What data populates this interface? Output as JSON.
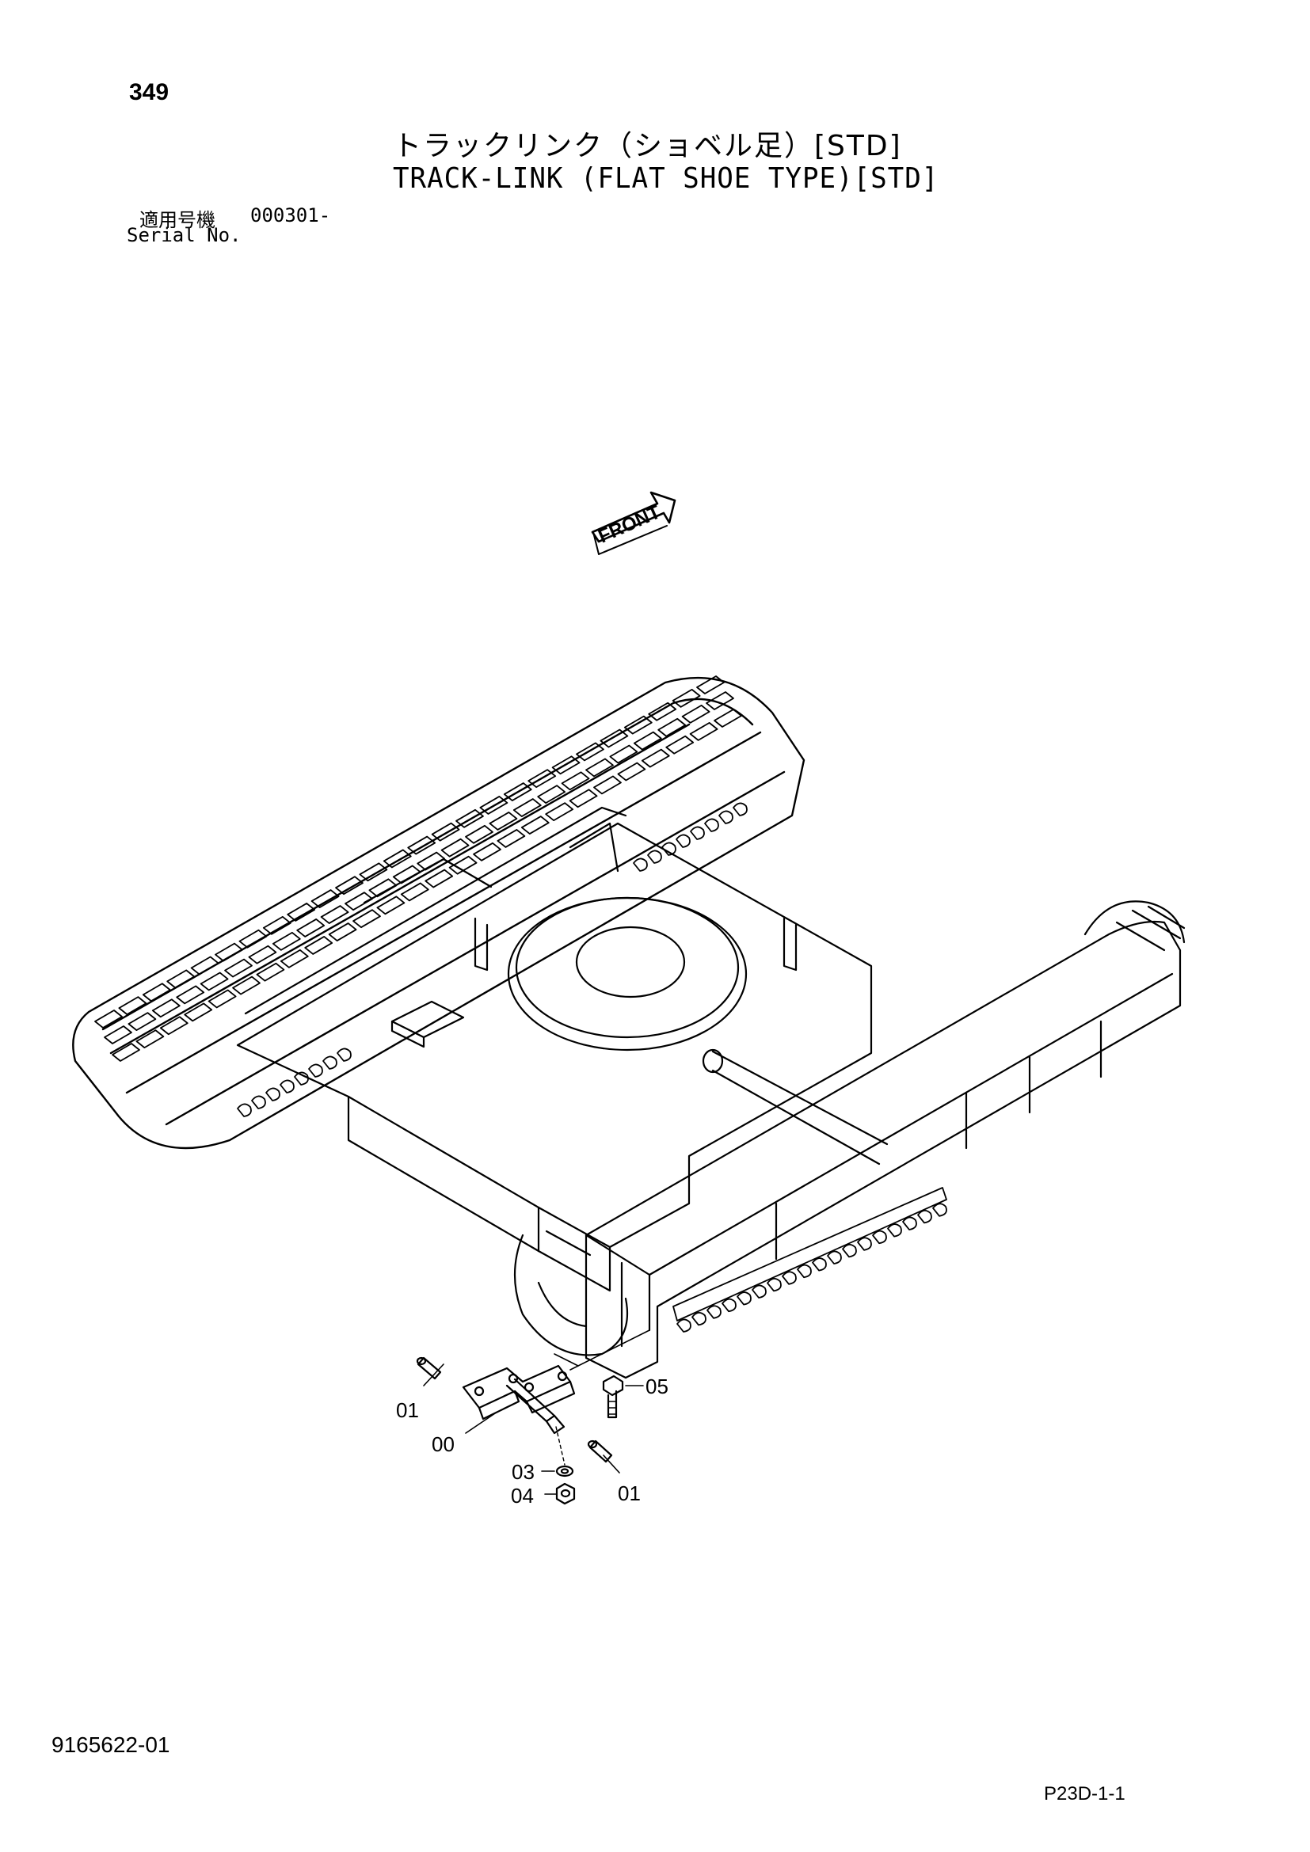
{
  "header": {
    "page_number": "349",
    "title_jp": "トラックリンク（ショベル足）[STD]",
    "title_en": "TRACK-LINK (FLAT SHOE TYPE)[STD]",
    "serial_label_jp": "適用号機",
    "serial_value": "000301-",
    "serial_label_en": "Serial No."
  },
  "drawing": {
    "front_label": "FRONT",
    "callouts": [
      {
        "id": "c1",
        "text": "01"
      },
      {
        "id": "c2",
        "text": "00"
      },
      {
        "id": "c3",
        "text": "05"
      },
      {
        "id": "c4",
        "text": "03"
      },
      {
        "id": "c5",
        "text": "04"
      },
      {
        "id": "c6",
        "text": "01"
      }
    ]
  },
  "footer": {
    "doc_number": "9165622-01",
    "page_code": "P23D-1-1"
  }
}
